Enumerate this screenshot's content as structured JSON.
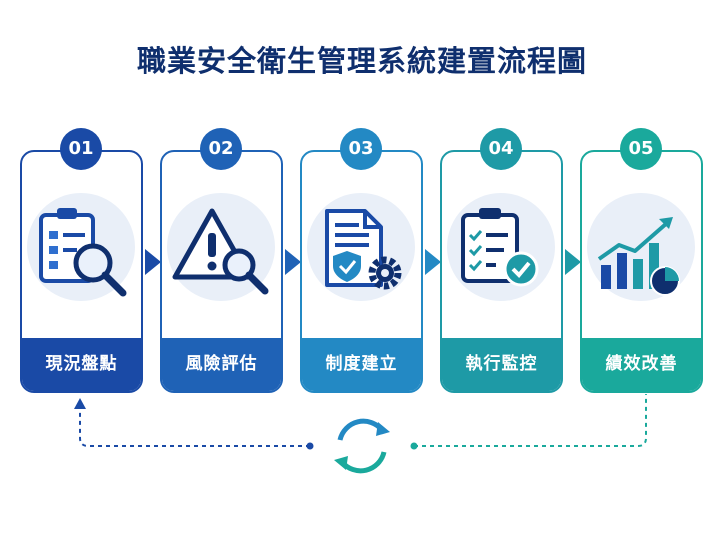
{
  "title": "職業安全衛生管理系統建置流程圖",
  "steps": [
    {
      "number": "01",
      "label": "現況盤點"
    },
    {
      "number": "02",
      "label": "風險評估"
    },
    {
      "number": "03",
      "label": "制度建立"
    },
    {
      "number": "04",
      "label": "執行監控"
    },
    {
      "number": "05",
      "label": "績效改善"
    }
  ],
  "colors": {
    "step1": "#1a4aa6",
    "step2": "#1f62b6",
    "step3": "#2389c4",
    "step4": "#1e9aa6",
    "step5": "#1aa99c",
    "title": "#0f2f6e"
  }
}
